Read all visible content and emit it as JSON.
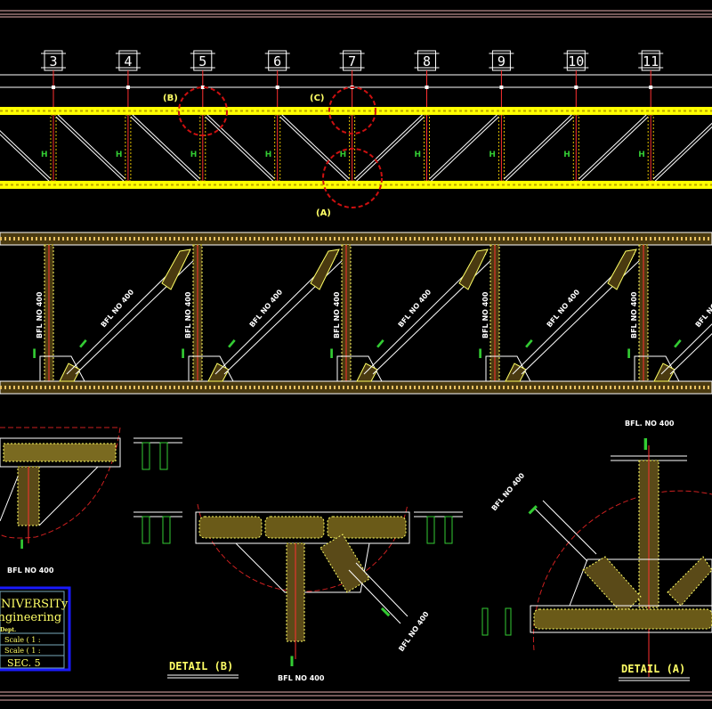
{
  "grid_labels": [
    "3",
    "4",
    "5",
    "6",
    "7",
    "8",
    "9",
    "10",
    "11"
  ],
  "callouts": {
    "a": "(A)",
    "b": "(B)",
    "c": "(C)"
  },
  "member_label": "BFL NO 400",
  "member_label_alt": "BFL. NO 400",
  "details": {
    "b_title": "DETAIL (B)",
    "a_title": "DETAIL (A)"
  },
  "title_block": {
    "line1": "UNIVERSITy",
    "line2": "Engineering",
    "dept": "Dept.",
    "scale1": "Scale ( 1 :",
    "scale2": "Scale ( 1 :",
    "section": "SEC. 5"
  },
  "colors": {
    "background": "#000000",
    "chord": "#ffff00",
    "axis": "#ff3030",
    "callout": "#cc1010",
    "accent": "#33cc33",
    "border": "#1a1aff"
  }
}
